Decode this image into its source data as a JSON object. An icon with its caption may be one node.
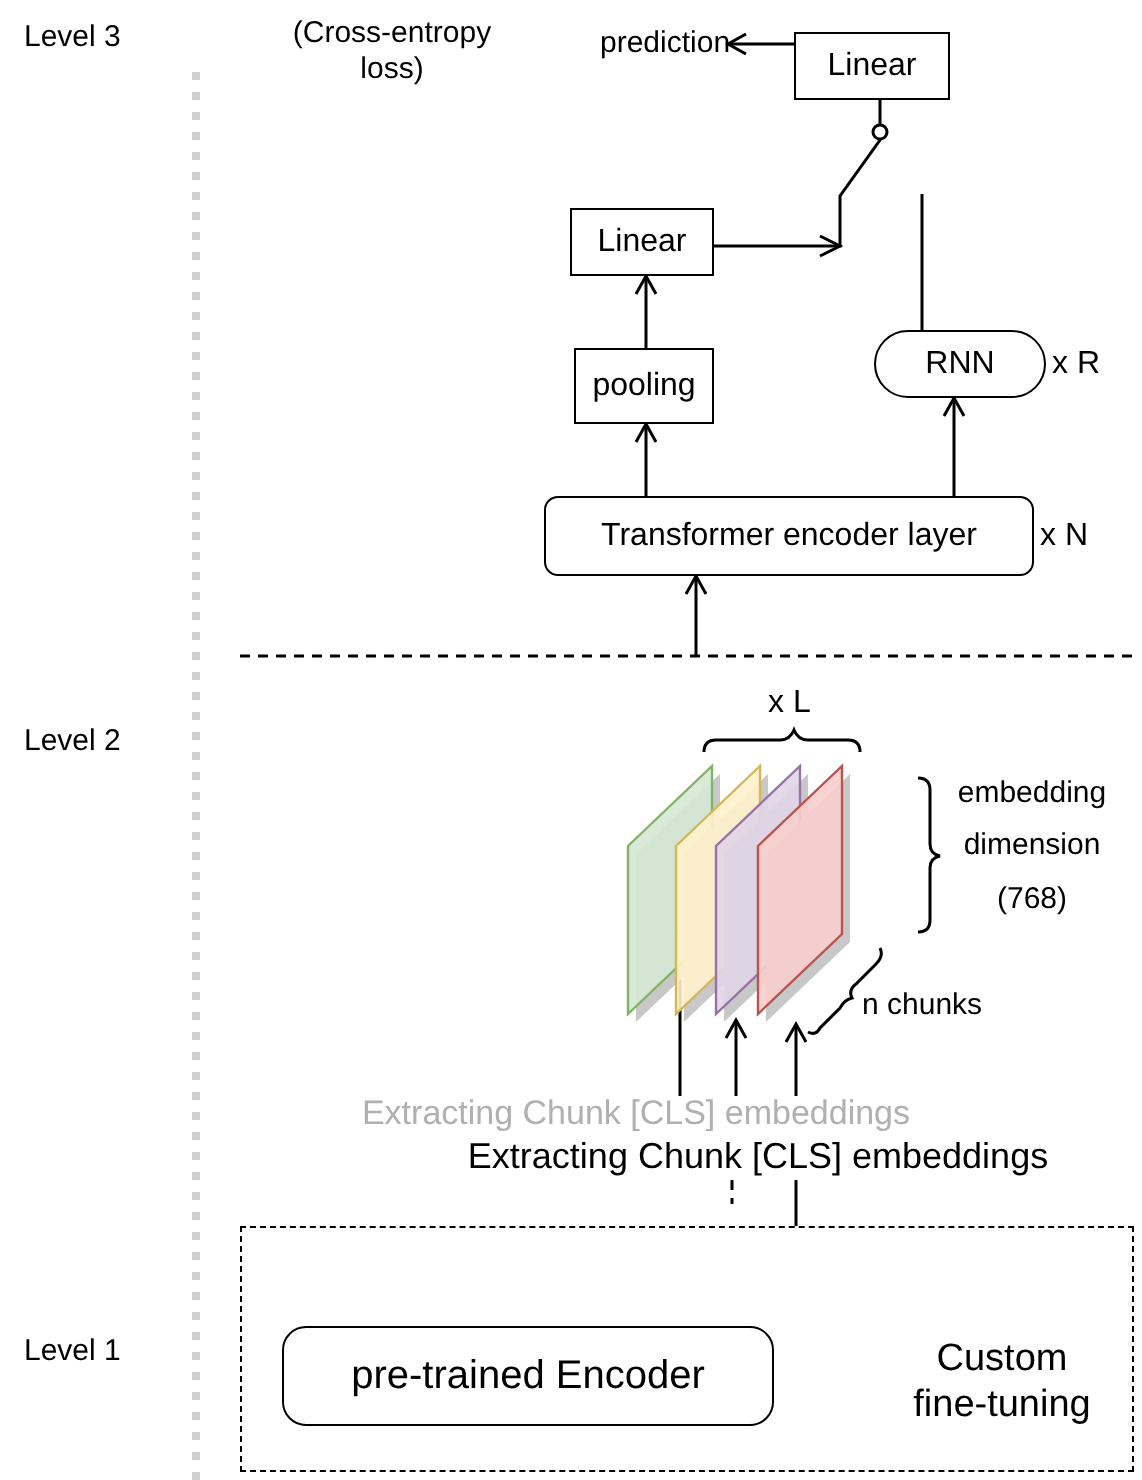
{
  "diagram": {
    "nodes": [
      {
        "text": [
          "Linear"
        ]
      },
      {
        "text": [
          "prediction"
        ]
      },
      {
        "text": [
          "Linear"
        ]
      },
      {
        "text": [
          "pooling"
        ]
      },
      {
        "text": [
          "RNN"
        ],
        "beside": [
          "x R"
        ]
      },
      {
        "text": [
          "Transformer encoder layer"
        ],
        "beside": [
          "x N"
        ]
      },
      {
        "text": [],
        "shape": "box"
      },
      {
        "text": [],
        "shape": "box"
      },
      {
        "text": [],
        "shape": "box"
      },
      {
        "text": [],
        "shape": "box"
      },
      {
        "text": [
          "Extracting Chunk [CLS] embeddings"
        ]
      },
      {
        "text": [
          "Extracting Chunk [CLS] embeddings"
        ]
      },
      {
        "text": [
          "Custom fine-tuning"
        ]
      },
      {
        "text": [
          "pre-trained Encoder"
        ],
        "in": 12
      }
    ],
    "edges": [
      {
        "from": 0,
        "to": 1,
        "arrow": "to"
      },
      {
        "from": 2,
        "to": 0,
        "arrow": "to"
      },
      {
        "from": 3,
        "to": 2,
        "arrow": "to"
      },
      {
        "from": 5,
        "to": 3,
        "arrow": "to"
      },
      {
        "from": 5,
        "to": 4,
        "arrow": "to"
      },
      {
        "from": 4,
        "to": null,
        "arrow": "none"
      },
      {
        "from": null,
        "to": 5,
        "arrow": "to"
      },
      {
        "from": 10,
        "to": 6,
        "arrow": "to"
      },
      {
        "from": 10,
        "to": 7,
        "arrow": "to"
      },
      {
        "from": 10,
        "to": 9,
        "arrow": "to"
      },
      {
        "from": 11,
        "to": null,
        "arrow": "none",
        "style": "dashed"
      },
      {
        "from": 12,
        "to": 11,
        "arrow": "none"
      }
    ],
    "labels": [
      "Level 3",
      "(Cross-entropy loss)",
      "Level 2",
      "x L",
      "embedding dimension (768)",
      "n chunks",
      "Level 1"
    ]
  }
}
